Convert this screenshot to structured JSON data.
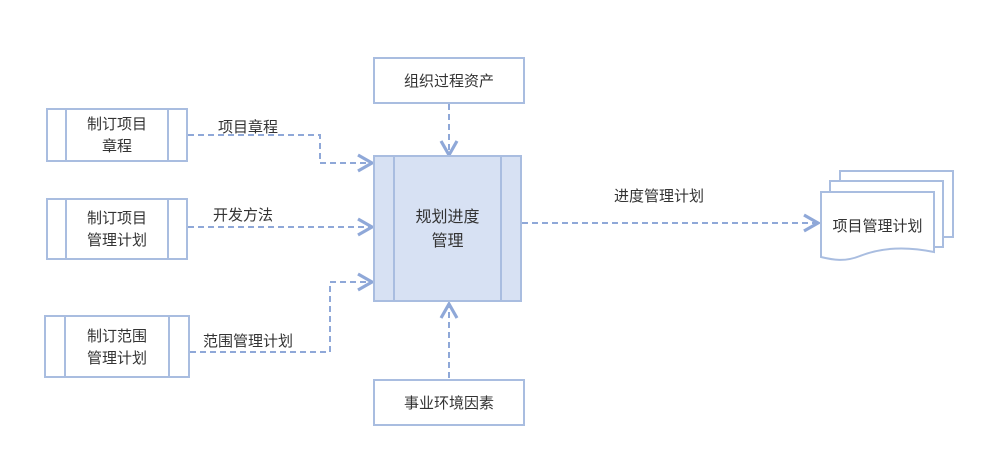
{
  "inputs": [
    {
      "process": "制订项目\n章程",
      "flow": "项目章程"
    },
    {
      "process": "制订项目\n管理计划",
      "flow": "开发方法"
    },
    {
      "process": "制订范围\n管理计划",
      "flow": "范围管理计划"
    }
  ],
  "top_input": "组织过程资产",
  "bottom_input": "事业环境因素",
  "center_process": "规划进度\n管理",
  "output_flow": "进度管理计划",
  "output_document": "项目管理计划",
  "colors": {
    "line": "#8fa8d8",
    "border": "#a9bde0",
    "center_fill": "#d7e1f3"
  }
}
